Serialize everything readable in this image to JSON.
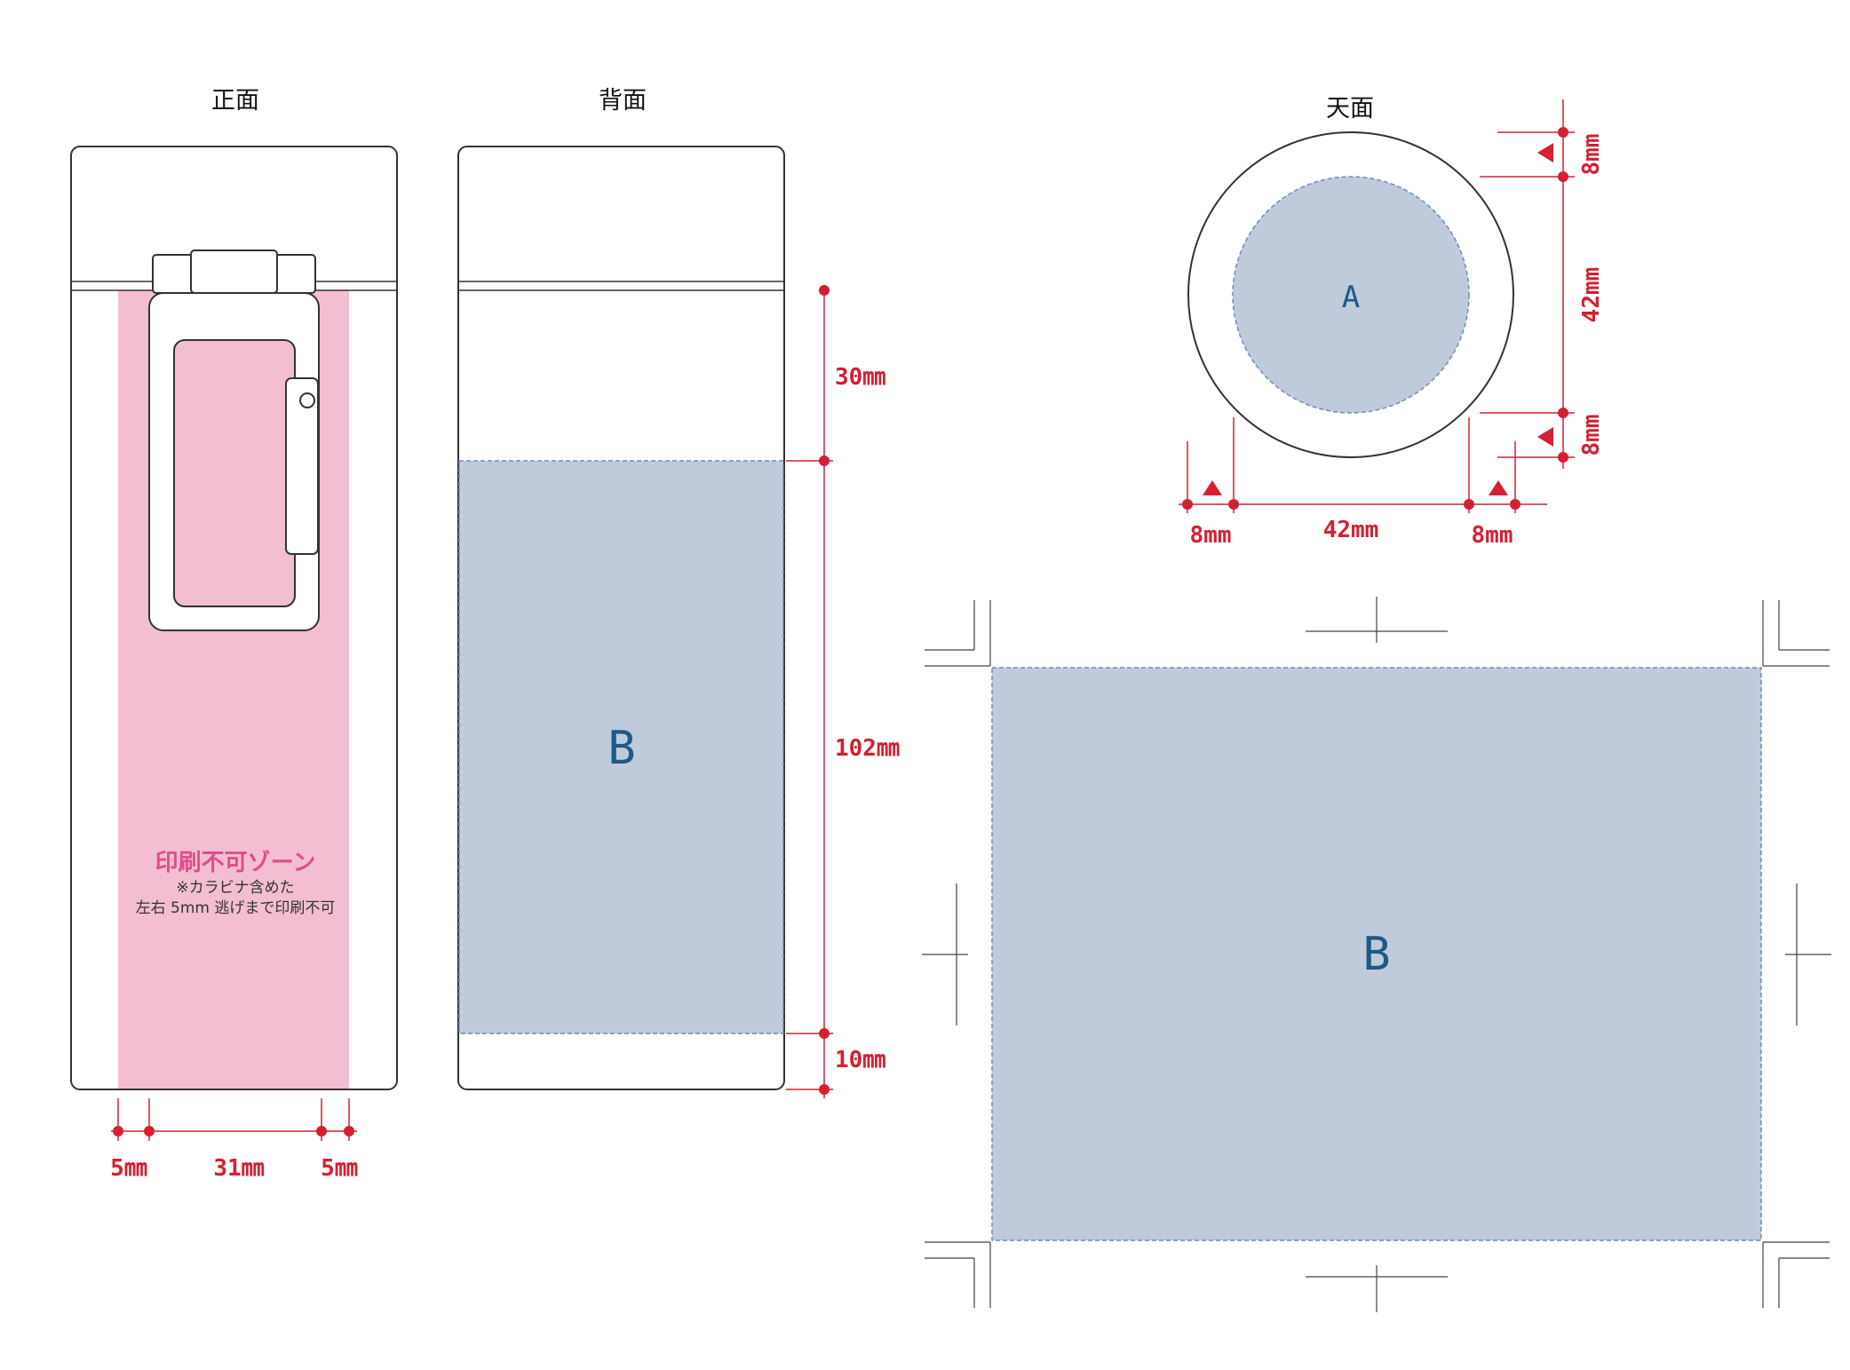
{
  "views": {
    "front_title": "正面",
    "back_title": "背面",
    "top_title": "天面"
  },
  "no_print_zone": {
    "title": "印刷不可ゾーン",
    "note_line1": "※カラビナ含めた",
    "note_line2": "左右 5mm 逃げまで印刷不可"
  },
  "front_dims": {
    "left": "5㎜",
    "center": "31㎜",
    "right": "5㎜"
  },
  "back_dims": {
    "top": "30㎜",
    "middle": "102㎜",
    "bottom": "10㎜"
  },
  "top_dims": {
    "h_left": "8mm",
    "h_center": "42mm",
    "h_right": "8mm",
    "v_top": "8mm",
    "v_center": "42mm",
    "v_bottom": "8mm"
  },
  "zones": {
    "circle_label": "A",
    "back_label": "B",
    "flat_label": "B"
  },
  "colors": {
    "no_print_zone": "#f3bed1",
    "print_zone": "#bfcadb",
    "dimension": "#d42030",
    "zone_label": "#1d5a85"
  }
}
